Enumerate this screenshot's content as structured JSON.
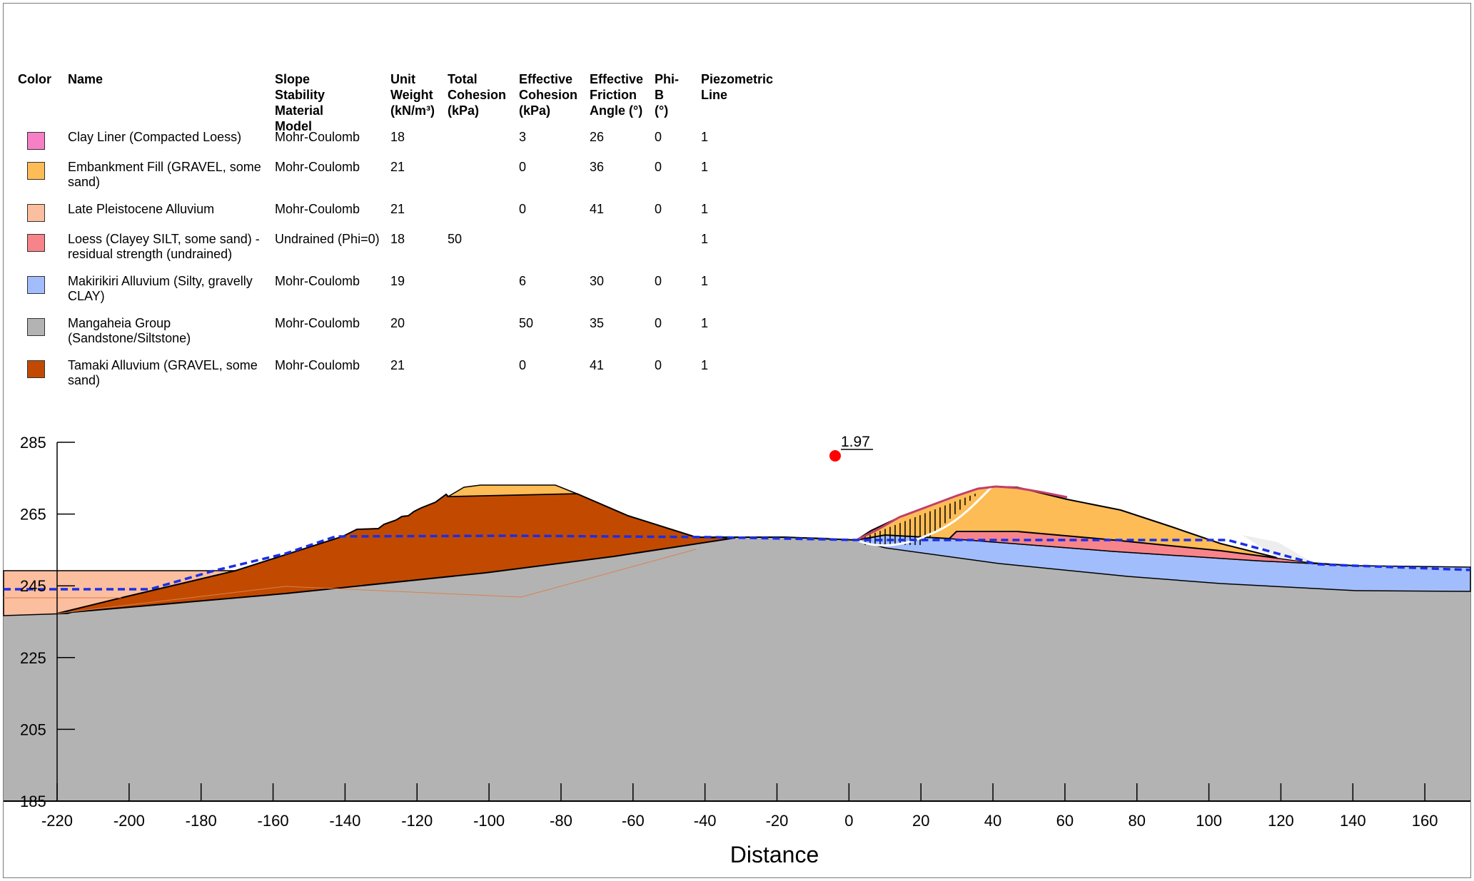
{
  "legend": {
    "headers": {
      "color": "Color",
      "name": "Name",
      "model": "Slope Stability\nMaterial Model",
      "unit_weight": "Unit\nWeight\n(kN/m³)",
      "total_cohesion": "Total\nCohesion\n(kPa)",
      "eff_cohesion": "Effective\nCohesion\n(kPa)",
      "eff_friction": "Effective\nFriction\nAngle (°)",
      "phi_b": "Phi-B\n(°)",
      "piezo": "Piezometric\nLine"
    },
    "materials": [
      {
        "color": "#f77fc6",
        "name": "Clay Liner (Compacted Loess)",
        "name2": "",
        "model": "Mohr-Coulomb",
        "unit_weight": "18",
        "total_cohesion": "",
        "eff_cohesion": "3",
        "eff_friction": "26",
        "phi_b": "0",
        "piezo": "1"
      },
      {
        "color": "#fdbc55",
        "name": "Embankment Fill (GRAVEL, some",
        "name2": "sand)",
        "model": "Mohr-Coulomb",
        "unit_weight": "21",
        "total_cohesion": "",
        "eff_cohesion": "0",
        "eff_friction": "36",
        "phi_b": "0",
        "piezo": "1"
      },
      {
        "color": "#fbbe9e",
        "name": "Late Pleistocene Alluvium",
        "name2": "",
        "model": "Mohr-Coulomb",
        "unit_weight": "21",
        "total_cohesion": "",
        "eff_cohesion": "0",
        "eff_friction": "41",
        "phi_b": "0",
        "piezo": "1"
      },
      {
        "color": "#f7848a",
        "name": "Loess (Clayey SILT, some sand) -",
        "name2": "residual strength (undrained)",
        "model": "Undrained (Phi=0)",
        "unit_weight": "18",
        "total_cohesion": "50",
        "eff_cohesion": "",
        "eff_friction": "",
        "phi_b": "",
        "piezo": "1"
      },
      {
        "color": "#a2bdfb",
        "name": "Makirikiri Alluvium (Silty, gravelly",
        "name2": "CLAY)",
        "model": "Mohr-Coulomb",
        "unit_weight": "19",
        "total_cohesion": "",
        "eff_cohesion": "6",
        "eff_friction": "30",
        "phi_b": "0",
        "piezo": "1"
      },
      {
        "color": "#b3b3b3",
        "name": "Mangaheia Group",
        "name2": "(Sandstone/Siltstone)",
        "model": "Mohr-Coulomb",
        "unit_weight": "20",
        "total_cohesion": "",
        "eff_cohesion": "50",
        "eff_friction": "35",
        "phi_b": "0",
        "piezo": "1"
      },
      {
        "color": "#c24a00",
        "name": "Tamaki Alluvium (GRAVEL, some",
        "name2": "sand)",
        "model": "Mohr-Coulomb",
        "unit_weight": "21",
        "total_cohesion": "",
        "eff_cohesion": "0",
        "eff_friction": "41",
        "phi_b": "0",
        "piezo": "1"
      }
    ]
  },
  "section": {
    "x_axis_title": "Distance",
    "x_ticks": [
      "-220",
      "-200",
      "-180",
      "-160",
      "-140",
      "-120",
      "-100",
      "-80",
      "-60",
      "-40",
      "-20",
      "0",
      "20",
      "40",
      "60",
      "80",
      "100",
      "120",
      "140",
      "160"
    ],
    "y_ticks": [
      "285",
      "265",
      "245",
      "225",
      "205",
      "185"
    ],
    "factor_of_safety": "1.97",
    "colors": {
      "piezometric_line": "#1a2ee8",
      "slip_center": "#ff0000",
      "slip_surface": "#ffffff",
      "slice_surface": "#c0406a"
    }
  }
}
